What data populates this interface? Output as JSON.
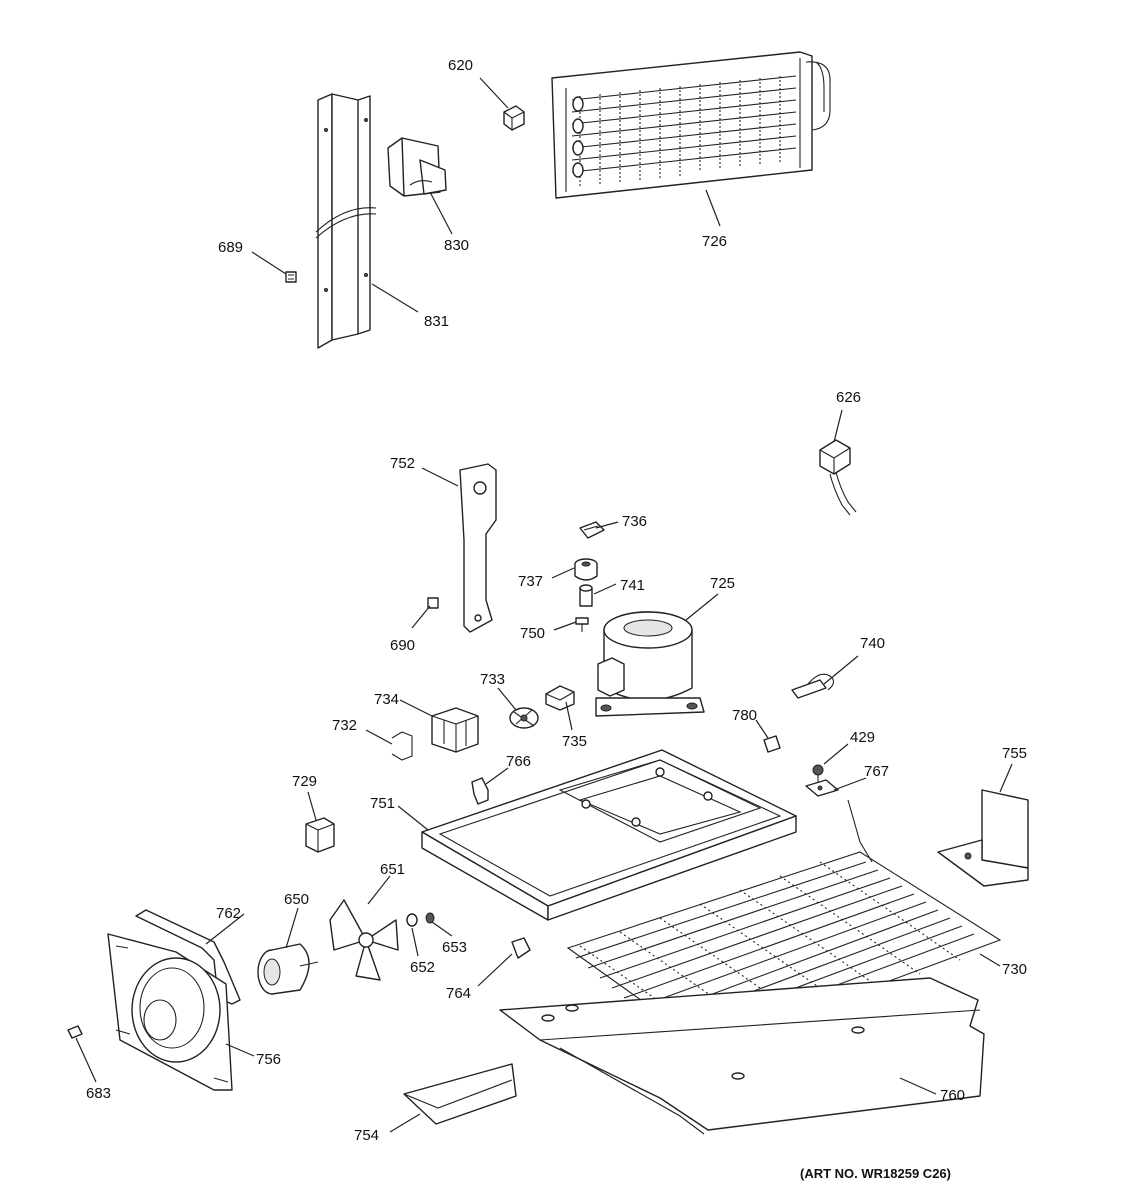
{
  "diagram": {
    "art_number": "(ART NO. WR18259 C26)",
    "callouts": [
      {
        "id": "620",
        "label": "620"
      },
      {
        "id": "726",
        "label": "726"
      },
      {
        "id": "830",
        "label": "830"
      },
      {
        "id": "689",
        "label": "689"
      },
      {
        "id": "831",
        "label": "831"
      },
      {
        "id": "626",
        "label": "626"
      },
      {
        "id": "752",
        "label": "752"
      },
      {
        "id": "736",
        "label": "736"
      },
      {
        "id": "737",
        "label": "737"
      },
      {
        "id": "741",
        "label": "741"
      },
      {
        "id": "725",
        "label": "725"
      },
      {
        "id": "690",
        "label": "690"
      },
      {
        "id": "750",
        "label": "750"
      },
      {
        "id": "740",
        "label": "740"
      },
      {
        "id": "734",
        "label": "734"
      },
      {
        "id": "733",
        "label": "733"
      },
      {
        "id": "732",
        "label": "732"
      },
      {
        "id": "735",
        "label": "735"
      },
      {
        "id": "780",
        "label": "780"
      },
      {
        "id": "429",
        "label": "429"
      },
      {
        "id": "755",
        "label": "755"
      },
      {
        "id": "766",
        "label": "766"
      },
      {
        "id": "767",
        "label": "767"
      },
      {
        "id": "729",
        "label": "729"
      },
      {
        "id": "751",
        "label": "751"
      },
      {
        "id": "651",
        "label": "651"
      },
      {
        "id": "762",
        "label": "762"
      },
      {
        "id": "650",
        "label": "650"
      },
      {
        "id": "653",
        "label": "653"
      },
      {
        "id": "652",
        "label": "652"
      },
      {
        "id": "730",
        "label": "730"
      },
      {
        "id": "764",
        "label": "764"
      },
      {
        "id": "756",
        "label": "756"
      },
      {
        "id": "683",
        "label": "683"
      },
      {
        "id": "760",
        "label": "760"
      },
      {
        "id": "754",
        "label": "754"
      }
    ]
  }
}
